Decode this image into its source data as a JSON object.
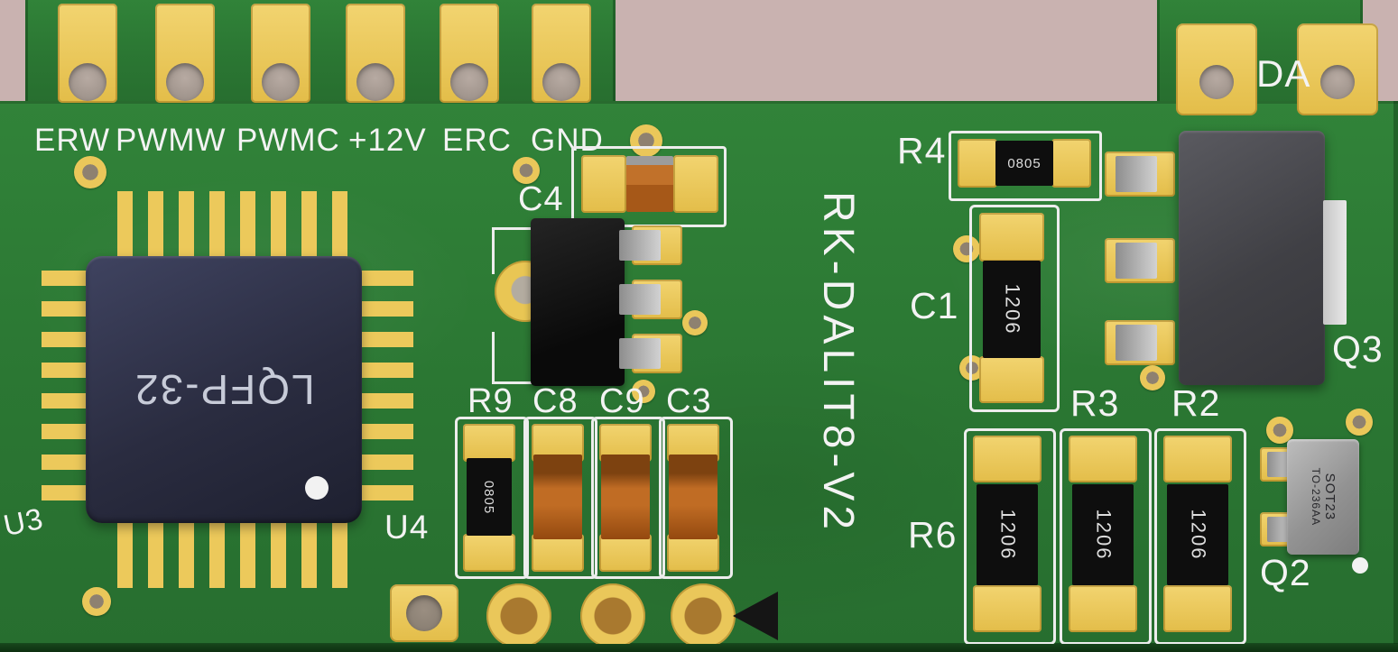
{
  "board": {
    "title": "RK-DALIT8-V2",
    "connector_labels": [
      "ERW",
      "PWMW",
      "PWMC",
      "+12V",
      "ERC",
      "GND"
    ],
    "da_label": "DA",
    "refs": {
      "u3": "U3",
      "u4": "U4",
      "c4": "C4",
      "r9": "R9",
      "c8": "C8",
      "c9": "C9",
      "c3": "C3",
      "r4": "R4",
      "c1": "C1",
      "q3": "Q3",
      "r3": "R3",
      "r2": "R2",
      "r6": "R6",
      "q2": "Q2"
    },
    "markings": {
      "u3_package": "LQFP-32",
      "r9_size": "0805",
      "r4_size": "0805",
      "c1_size": "1206",
      "r6_size": "1206",
      "r3_size": "1206",
      "r2_size": "1206",
      "q2_line1": "SOT23",
      "q2_line2": "TO-236AA"
    },
    "colors": {
      "background_pink": "#c9b2b0",
      "pcb_green": "#2b7733",
      "pad_gold": "#e9c654",
      "silkscreen_white": "#f2f2f2",
      "component_orange": "#b5651e",
      "ic_navy": "#2a2c40"
    }
  }
}
